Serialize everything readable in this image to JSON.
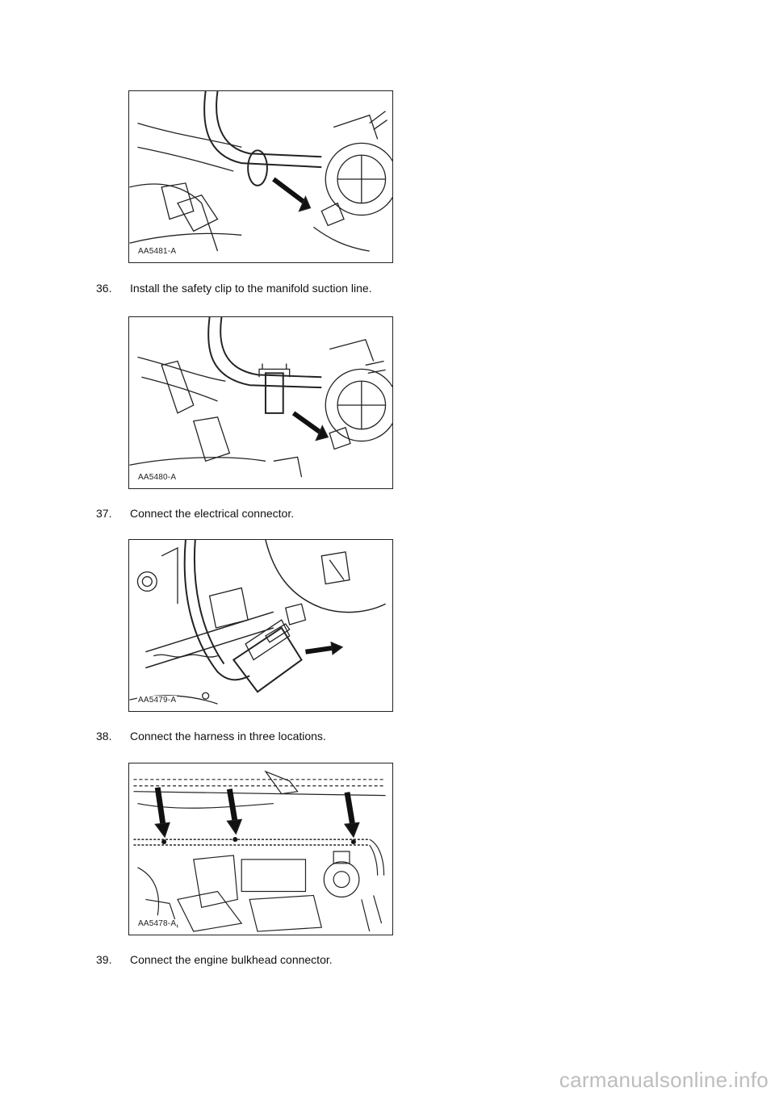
{
  "figures": [
    {
      "code": "AA5481-A"
    },
    {
      "code": "AA5480-A"
    },
    {
      "code": "AA5479-A"
    },
    {
      "code": "AA5478-A"
    }
  ],
  "steps": [
    {
      "number": "36.",
      "text": "Install the safety clip to the manifold suction line."
    },
    {
      "number": "37.",
      "text": "Connect the electrical connector."
    },
    {
      "number": "38.",
      "text": "Connect the harness in three locations."
    },
    {
      "number": "39.",
      "text": "Connect the engine bulkhead connector."
    }
  ],
  "watermark": "carmanualsonline.info"
}
